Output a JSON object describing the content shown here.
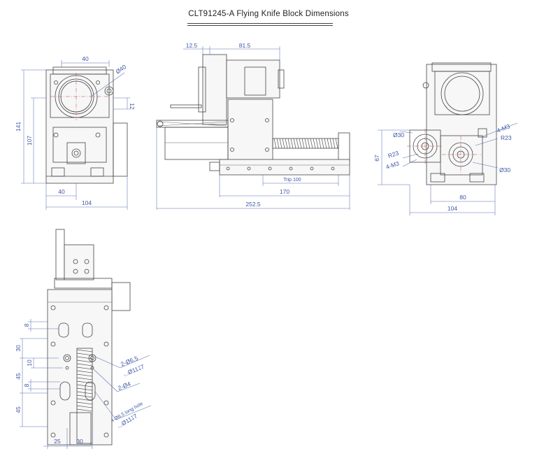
{
  "title": "CLT91245-A Flying Knife Block Dimensions",
  "dims": {
    "front_w40": "40",
    "front_dia40": "Ø40",
    "front_12": "12",
    "front_141": "141",
    "front_107": "107",
    "front_40b": "40",
    "front_104": "104",
    "side_125": "12.5",
    "side_815": "81.5",
    "side_trip": "Trip 100",
    "side_170": "170",
    "side_2525": "252.5",
    "rear_dia30a": "Ø30",
    "rear_r23a": "R23",
    "rear_4m3a": "4-M3",
    "rear_67": "67",
    "rear_4m3b": "4-M3",
    "rear_r23b": "R23",
    "rear_dia30b": "Ø30",
    "rear_80": "80",
    "rear_104": "104",
    "bot_8a": "8",
    "bot_30": "30",
    "bot_10": "10",
    "bot_45a": "45",
    "bot_8b": "8",
    "bot_45b": "45",
    "bot_25": "25",
    "bot_30b": "30",
    "bot_2phi65": "2-Ø6.5",
    "bot_phi11d7": "⌴Ø11↧7",
    "bot_2phi4": "2-Ø4",
    "bot_slot": "4-Ø6.5 long hole",
    "bot_phi11d7b": "⌴Ø11↧7"
  }
}
